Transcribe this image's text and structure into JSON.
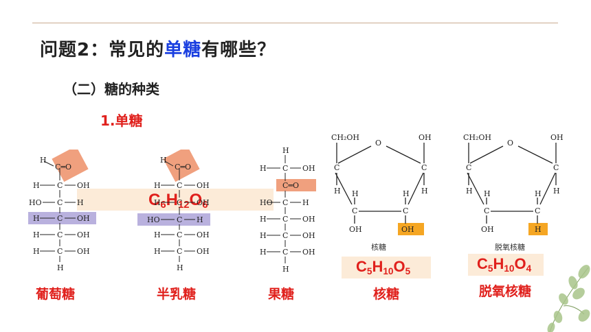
{
  "question": {
    "prefix": "问题2：常见的",
    "highlight": "单糖",
    "suffix": "有哪些？"
  },
  "subheading": "（二）糖的种类",
  "section_title": "1.单糖",
  "formula_hexose": {
    "a": "C",
    "b": "6",
    "c": "H",
    "d": "12",
    "e": "O",
    "f": "6"
  },
  "formula_ribose": {
    "a": "C",
    "b": "5",
    "c": "H",
    "d": "10",
    "e": "O",
    "f": "5"
  },
  "formula_deoxyribose": {
    "a": "C",
    "b": "5",
    "c": "H",
    "d": "10",
    "e": "O",
    "f": "4"
  },
  "names": {
    "glucose": "葡萄糖",
    "galactose": "半乳糖",
    "fructose": "果糖",
    "ribose": "核糖",
    "deoxyribose": "脱氧核糖"
  },
  "captions": {
    "ribose": "核糖",
    "deoxyribose": "脱氧核糖"
  },
  "atoms": {
    "H": "H",
    "C": "C",
    "O": "O",
    "OH": "OH",
    "HO": "HO",
    "CH2OH": "CH₂OH",
    "CO": "C═O"
  },
  "colors": {
    "aldehyde_highlight": "#f0a07e",
    "hydroxyl_highlight": "#b9b1de",
    "ketone_highlight": "#f0a07e",
    "oh_highlight": "#f5a623",
    "formula_bg": "#fcebd8",
    "accent_red": "#e0201c",
    "accent_blue": "#1a3fe0"
  }
}
